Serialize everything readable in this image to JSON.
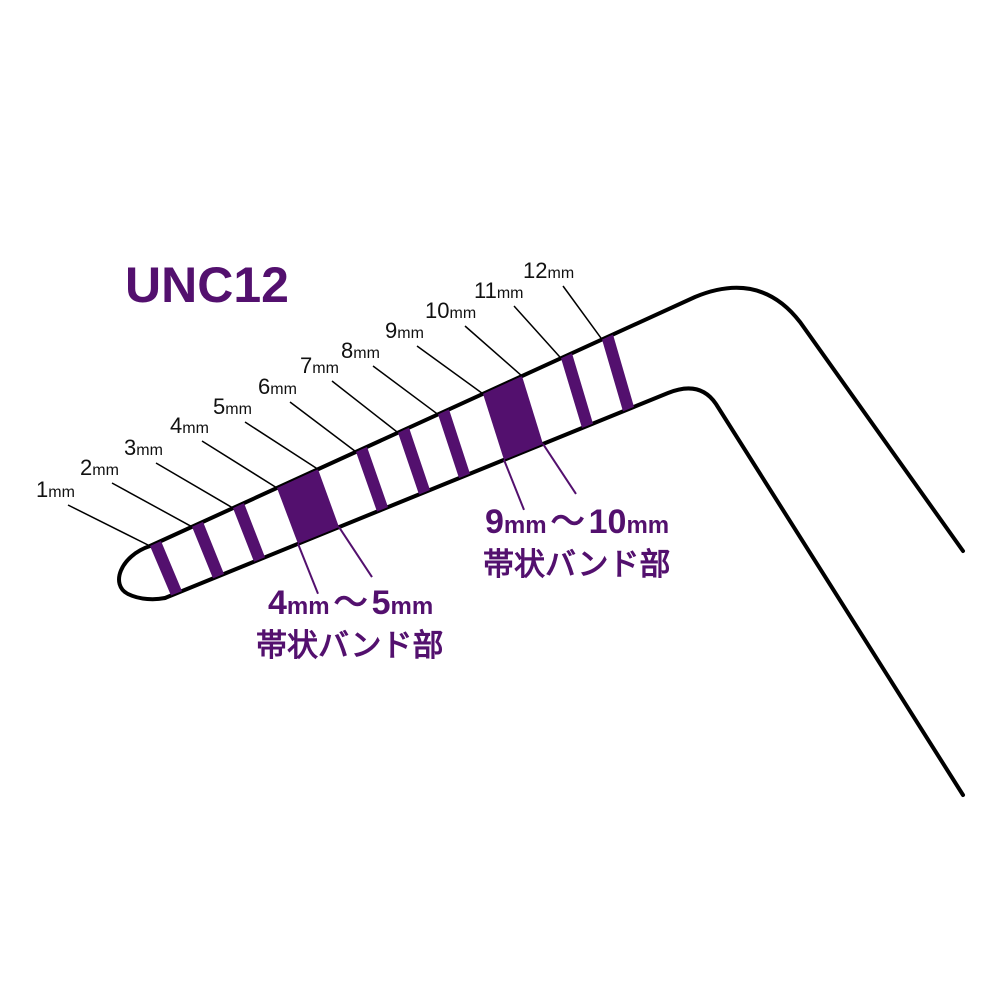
{
  "title": "UNC12",
  "colors": {
    "band": "#53106e",
    "outline": "#000000",
    "leader": "#000000",
    "band_leader": "#53106e",
    "background": "#ffffff"
  },
  "markings": [
    {
      "value": "1",
      "unit": "mm",
      "kind": "stripe"
    },
    {
      "value": "2",
      "unit": "mm",
      "kind": "stripe"
    },
    {
      "value": "3",
      "unit": "mm",
      "kind": "stripe"
    },
    {
      "value": "4",
      "unit": "mm",
      "kind": "band-start"
    },
    {
      "value": "5",
      "unit": "mm",
      "kind": "band-end"
    },
    {
      "value": "6",
      "unit": "mm",
      "kind": "stripe"
    },
    {
      "value": "7",
      "unit": "mm",
      "kind": "stripe"
    },
    {
      "value": "8",
      "unit": "mm",
      "kind": "stripe"
    },
    {
      "value": "9",
      "unit": "mm",
      "kind": "band-start"
    },
    {
      "value": "10",
      "unit": "mm",
      "kind": "band-end"
    },
    {
      "value": "11",
      "unit": "mm",
      "kind": "stripe"
    },
    {
      "value": "12",
      "unit": "mm",
      "kind": "stripe"
    }
  ],
  "band_callouts": [
    {
      "from": "4",
      "to": "5",
      "unit": "mm",
      "separator": "〜",
      "name": "帯状バンド部"
    },
    {
      "from": "9",
      "to": "10",
      "unit": "mm",
      "separator": "〜",
      "name": "帯状バンド部"
    }
  ]
}
